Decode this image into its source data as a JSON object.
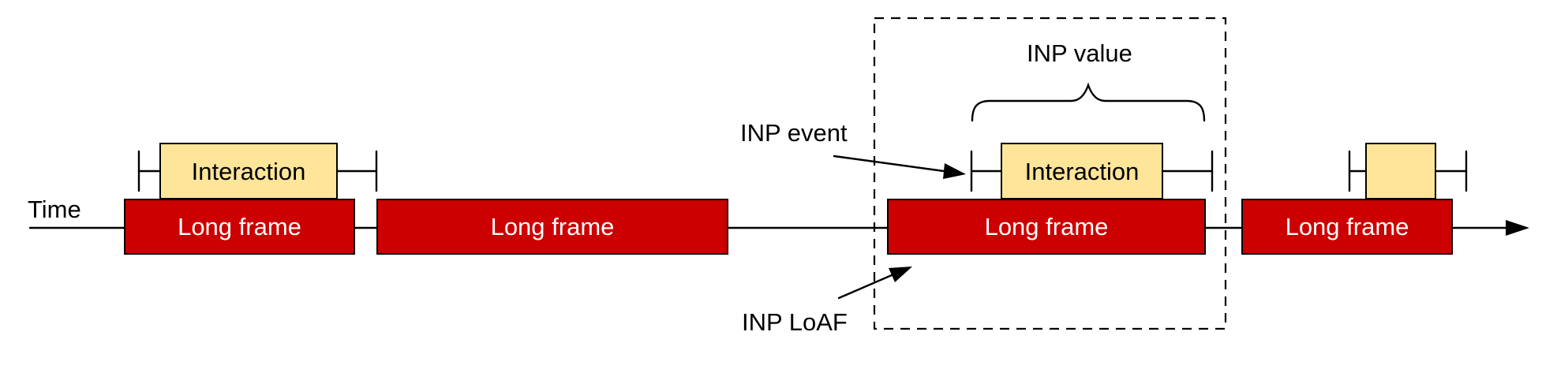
{
  "diagram": {
    "time_axis_label": "Time",
    "long_frames": [
      {
        "label": "Long frame"
      },
      {
        "label": "Long frame"
      },
      {
        "label": "Long frame"
      },
      {
        "label": "Long frame"
      }
    ],
    "interactions": [
      {
        "label": "Interaction"
      },
      {
        "label": "Interaction"
      },
      {
        "label": ""
      }
    ],
    "annotations": {
      "inp_event": "INP event",
      "inp_value": "INP value",
      "inp_loaf": "INP LoAF"
    },
    "colors": {
      "long_frame_fill": "#cc0000",
      "interaction_fill": "#ffe599",
      "stroke": "#000000",
      "long_frame_text": "#ffffff"
    }
  }
}
